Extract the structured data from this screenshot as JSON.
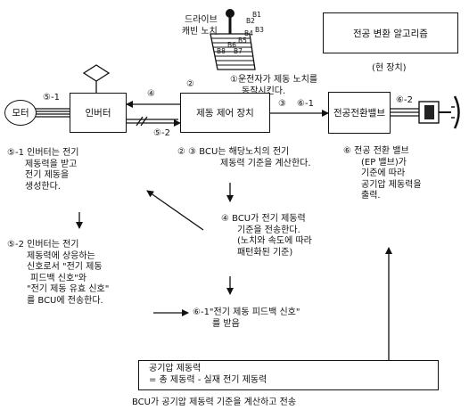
{
  "handle": {
    "label_line1": "드라이브",
    "label_line2": "캐빈 노치",
    "notches": [
      "B1",
      "B2",
      "B3",
      "B4",
      "B5",
      "B6",
      "B7",
      "B8"
    ]
  },
  "algorithm_box": {
    "title": "전공 변환 알고리즘",
    "subtitle": "(현 장치)"
  },
  "boxes": {
    "motor": "모터",
    "inverter": "인버터",
    "brake_control": "제동 제어 장치",
    "ep_valve": "전공전환밸브"
  },
  "markers": {
    "m1": "①",
    "m2": "②",
    "m3": "③",
    "m4": "④",
    "m5_1": "⑤-1",
    "m5_2": "⑤-2",
    "m6_1": "⑥-1",
    "m6_2": "⑥-2"
  },
  "steps": {
    "s1": [
      "①운전자가 제동 노치를",
      "동작시킨다."
    ],
    "s23": [
      "② ③ BCU는 해당노치의 전기",
      "제동력 기준을 계산한다."
    ],
    "s4": [
      "④ BCU가 전기 제동력",
      "기준을 전송한다.",
      "(노치와 속도에 따라",
      "패턴화된 기준)"
    ],
    "s51": [
      "⑤-1 인버터는 전기",
      "제동력을 받고",
      "전기 제동을",
      "생성한다."
    ],
    "s52": [
      "⑤-2 인버터는 전기",
      "제동력에 상응하는",
      "신호로서 \"전기 제동",
      "피드백 신호\"와",
      "\"전기 제동 유효 신호\"",
      "를 BCU에 전송한다."
    ],
    "s61": [
      "⑥-1\"전기 제동 피드백 신호\"",
      "를 받음"
    ],
    "s6": [
      "⑥ 전공 전환 밸브",
      "(EP 밸브)가",
      "기준에 따라",
      "공기압 제동력을",
      "출력."
    ]
  },
  "formula": {
    "line1": "공기압 제동력",
    "line2": "= 총 제동력 - 실재 전기 제동력"
  },
  "caption": "BCU가 공기압 제동력 기준을 계산하고 전송"
}
